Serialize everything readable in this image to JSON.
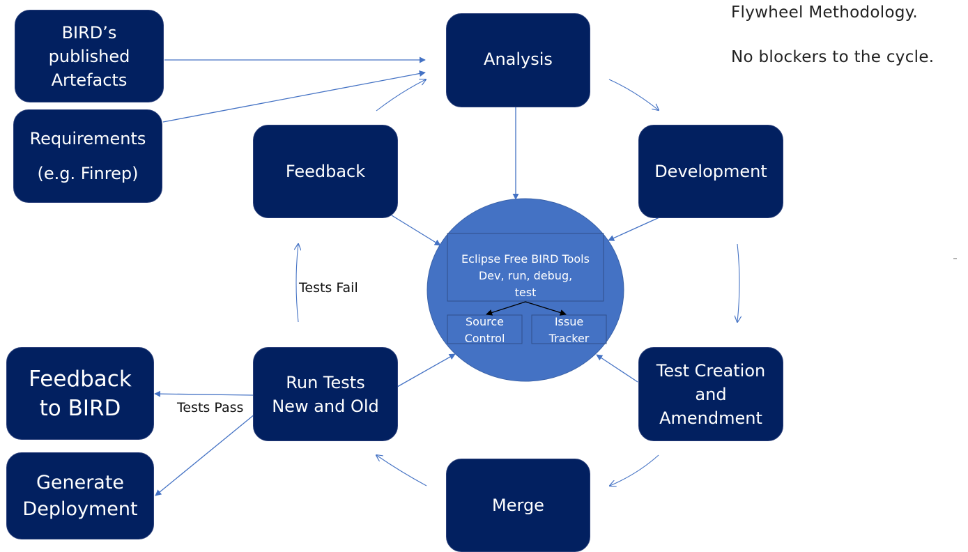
{
  "notes": {
    "title": "Flywheel Methodology.",
    "subtitle": "No blockers to the cycle."
  },
  "colors": {
    "box_fill": "#022060",
    "hub_fill": "#4472C4",
    "arrow": "#4472C4",
    "inner_arrow": "#000000"
  },
  "nodes": {
    "bird_artefacts": "BIRD’s\npublished\nArtefacts",
    "requirements": "Requirements\n(e.g. Finrep)",
    "analysis": "Analysis",
    "feedback": "Feedback",
    "development": "Development",
    "run_tests": "Run Tests\nNew and Old",
    "test_creation": "Test Creation\nand\nAmendment",
    "merge": "Merge",
    "feedback_to_bird": "Feedback\nto BIRD",
    "generate_deployment": "Generate\nDeployment"
  },
  "hub": {
    "tools": "Eclipse Free BIRD Tools\nDev, run, debug,\ntest",
    "source_control": "Source\nControl",
    "issue_tracker": "Issue\nTracker"
  },
  "edge_labels": {
    "tests_fail": "Tests Fail",
    "tests_pass": "Tests Pass"
  }
}
